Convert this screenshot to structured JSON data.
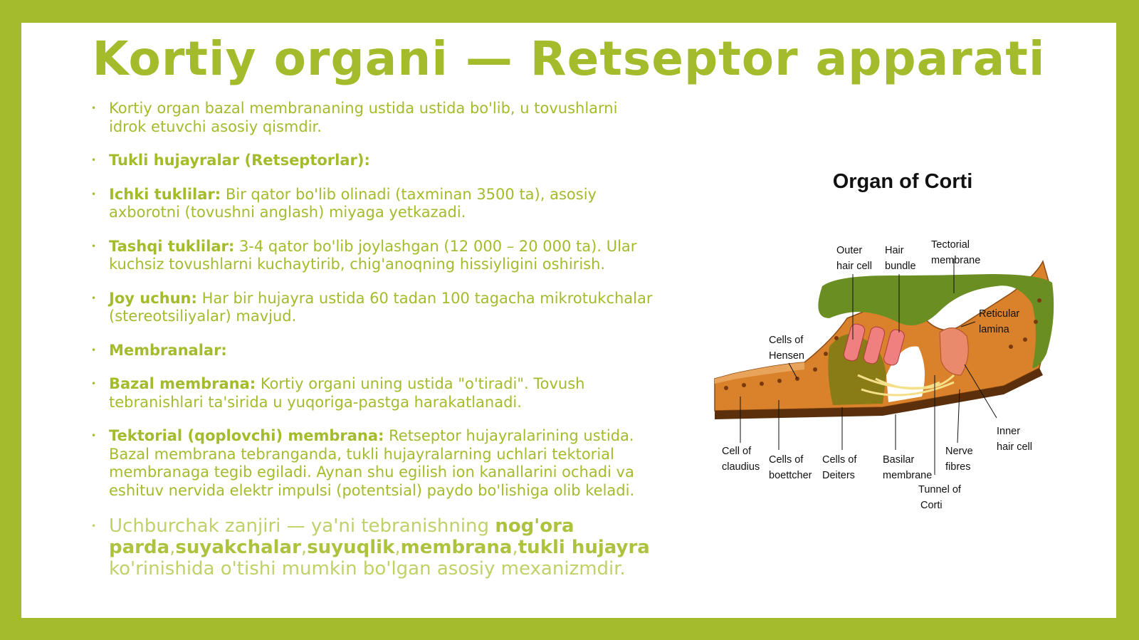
{
  "title": "Kortiy organi — Retseptor apparati",
  "bullets": [
    {
      "text": "Kortiy organ bazal membrananing ustida ustida bo'lib, u tovushlarni idrok etuvchi asosiy qismdir."
    },
    {
      "bold": "Tukli hujayralar (Retseptorlar):"
    },
    {
      "bold": "Ichki tuklilar:",
      "text": " Bir qator bo'lib olinadi (taxminan 3500 ta), asosiy axborotni (tovushni anglash) miyaga yetkazadi."
    },
    {
      "bold": "Tashqi tuklilar:",
      "text": " 3-4 qator bo'lib joylashgan (12 000 – 20 000 ta). Ular kuchsiz tovushlarni kuchaytirib, chig'anoqning hissiyligini oshirish."
    },
    {
      "bold": "Joy uchun:",
      "text": " Har bir hujayra ustida 60 tadan 100 tagacha mikrotukchalar (stereotsiliyalar) mavjud."
    },
    {
      "bold": "Membranalar:"
    },
    {
      "bold": "Bazal membrana:",
      "text": " Kortiy organi uning ustida \"o'tiradi\". Tovush tebranishlari ta'sirida u yuqoriga-pastga harakatlanadi."
    },
    {
      "bold": "Tektorial (qoplovchi) membrana:",
      "text": " Retseptor hujayralarining ustida. Bazal membrana tebranganda, tukli hujayralarning uchlari tektorial membranaga tegib egiladi. Aynan shu egilish ion kanallarini ochadi va eshituv nervida elektr impulsi (potentsial) paydo bo'lishiga olib keladi."
    }
  ],
  "last_bullet": {
    "pre": "Uchburchak zanjiri — ya'ni tebranishning ",
    "b1": "nog'ora parda",
    "sep1": ",",
    "b2": "suyakchalar",
    "sep2": ",",
    "b3": "suyuqlik",
    "sep3": ",",
    "b4": "membrana",
    "sep4": ",",
    "b5": "tukli hujayra",
    "post": " ko'rinishida o'tishi mumkin bo'lgan asosiy mexanizmdir."
  },
  "figure": {
    "title": "Organ of Corti",
    "labels": {
      "outer_hair_cell": [
        "Outer",
        "hair cell"
      ],
      "hair_bundle": [
        "Hair",
        "bundle"
      ],
      "tectorial_membrane": [
        "Tectorial",
        "membrane"
      ],
      "reticular_lamina": [
        "Reticular",
        "lamina"
      ],
      "cells_of_hensen": [
        "Cells of",
        "Hensen"
      ],
      "inner_hair_cell": [
        "Inner",
        "hair cell"
      ],
      "nerve_fibres": [
        "Nerve",
        "fibres"
      ],
      "cell_of_claudius": [
        "Cell of",
        "claudius"
      ],
      "cells_of_boettcher": [
        "Cells of",
        "boettcher"
      ],
      "cells_of_deiters": [
        "Cells of",
        "Deiters"
      ],
      "basilar_membrane": [
        "Basilar",
        "membrane"
      ],
      "tunnel_of_corti": [
        "Tunnel of",
        "Corti"
      ]
    }
  },
  "colors": {
    "accent": "#a4bb2c",
    "tectorial": "#6b8e23",
    "tissue": "#d9822b",
    "hair_cell": "#f08080"
  },
  "bullet_icon": "bullet-dot-icon"
}
